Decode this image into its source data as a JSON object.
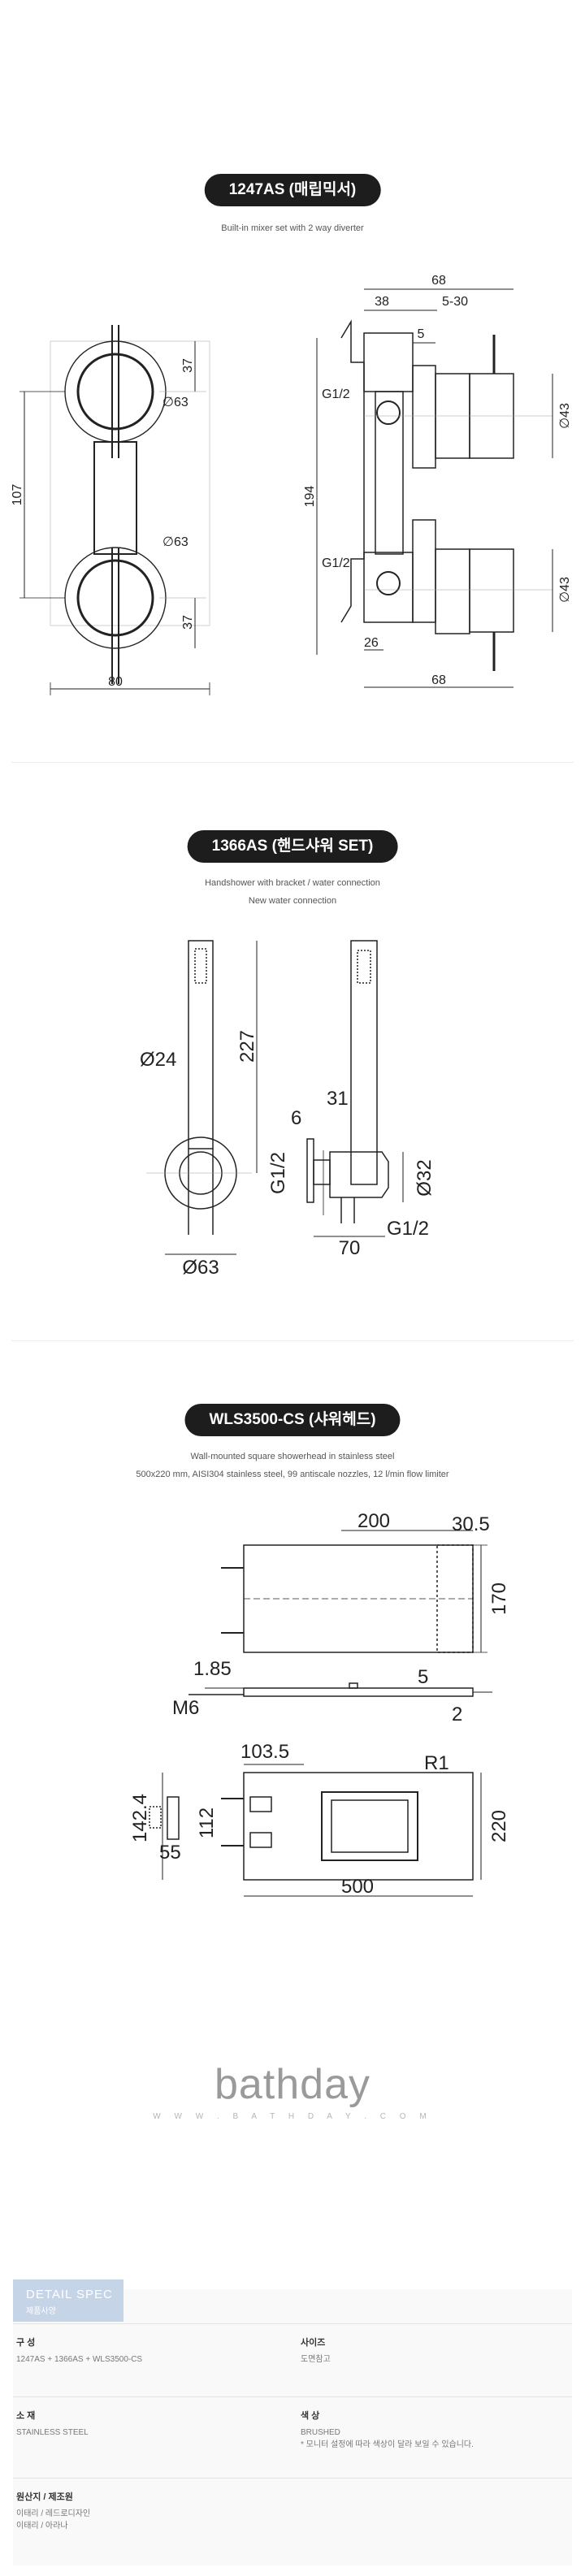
{
  "sections": [
    {
      "title": "1247AS (매립믹서)",
      "subtitle": "Built-in mixer set with 2 way diverter"
    },
    {
      "title": "1366AS (핸드샤워 SET)",
      "subtitle_lines": [
        "Handshower with bracket / water connection",
        "New water connection"
      ]
    },
    {
      "title": "WLS3500-CS (샤워헤드)",
      "subtitle_lines": [
        "Wall-mounted square showerhead in stainless steel",
        "500x220 mm, AISI304 stainless steel, 99 antiscale nozzles, 12 l/min flow limiter"
      ]
    }
  ],
  "dims_1247": {
    "front": [
      "37",
      "∅63",
      "107",
      "∅63",
      "37",
      "80"
    ],
    "side": [
      "68",
      "38",
      "5-30",
      "5",
      "G1/2",
      "∅43",
      "194",
      "G1/2",
      "∅43",
      "26",
      "68"
    ]
  },
  "dims_1366": [
    "227",
    "Ø24",
    "6",
    "31",
    "G1/2",
    "Ø32",
    "70",
    "G1/2",
    "Ø63"
  ],
  "dims_wls": [
    "200",
    "30.5",
    "170",
    "1.85",
    "5",
    "M6",
    "2",
    "103.5",
    "R1",
    "142.4",
    "112",
    "220",
    "55",
    "500"
  ],
  "logo": {
    "word": "bathday",
    "url": "W W W . B A T H D A Y . C O M"
  },
  "spec": {
    "tab_title": "DETAIL SPEC",
    "tab_sub": "제품사양",
    "rows": [
      [
        {
          "label": "구 성",
          "lines": [
            "1247AS + 1366AS + WLS3500-CS"
          ]
        },
        {
          "label": "사이즈",
          "lines": [
            "도면참고"
          ]
        }
      ],
      [
        {
          "label": "소 재",
          "lines": [
            "STAINLESS STEEL"
          ]
        },
        {
          "label": "색 상",
          "lines": [
            "BRUSHED",
            "* 모니터 설정에 따라 색상이 달라 보일 수 있습니다."
          ]
        }
      ],
      [
        {
          "label": "원산지 / 제조원",
          "lines": [
            "이태리 / 레드로디자인",
            "이태리 / 아라나"
          ]
        },
        {
          "label": "",
          "lines": []
        }
      ]
    ]
  }
}
